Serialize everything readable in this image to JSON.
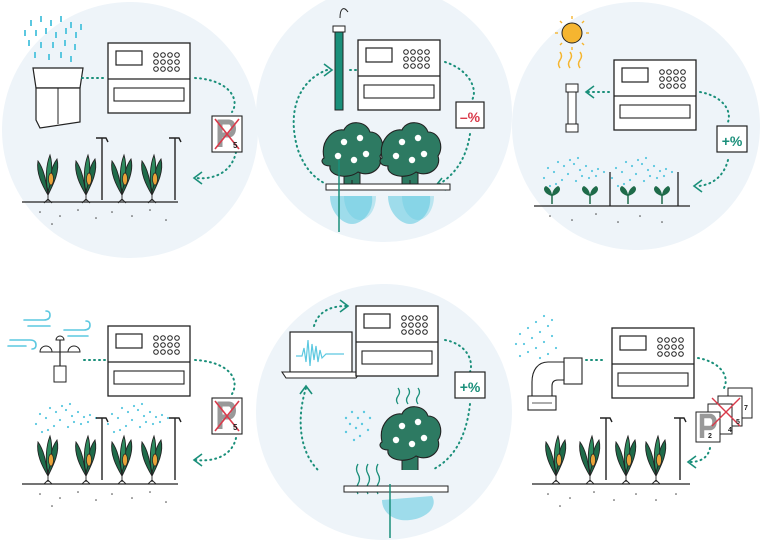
{
  "colors": {
    "circle_bg": "#eef4f9",
    "water": "#5cc8e0",
    "water_light": "#a9e0ee",
    "teal": "#1a8f7a",
    "tree_green": "#2d7a62",
    "plant_green": "#1f6b4a",
    "corn_yellow": "#e8a33a",
    "red": "#d93a4a",
    "sun": "#f5b530",
    "outline": "#222222"
  },
  "panels": [
    {
      "id": "rain-sensor",
      "badge": null
    },
    {
      "id": "soil-moisture",
      "badge": "–%"
    },
    {
      "id": "solar-sensor",
      "badge": "+%"
    },
    {
      "id": "wind-sensor",
      "badge": null
    },
    {
      "id": "flow-monitoring",
      "badge": "+%"
    },
    {
      "id": "pressure-valve",
      "badge": null
    }
  ],
  "sign_digits": {
    "p1": "5",
    "p4": "5",
    "p6_a": "2",
    "p6_b": "4",
    "p6_c": "5",
    "p6_d": "7"
  },
  "icons": [
    "cloud-rain-icon",
    "rain-gauge-icon",
    "controller-icon",
    "no-parking-sign-icon",
    "corn-plant-icon",
    "sprinkler-icon",
    "sun-icon",
    "sensor-icon",
    "anemometer-icon",
    "wind-icon",
    "laptop-icon",
    "tree-icon",
    "elbow-pipe-icon",
    "drip-line-icon"
  ]
}
